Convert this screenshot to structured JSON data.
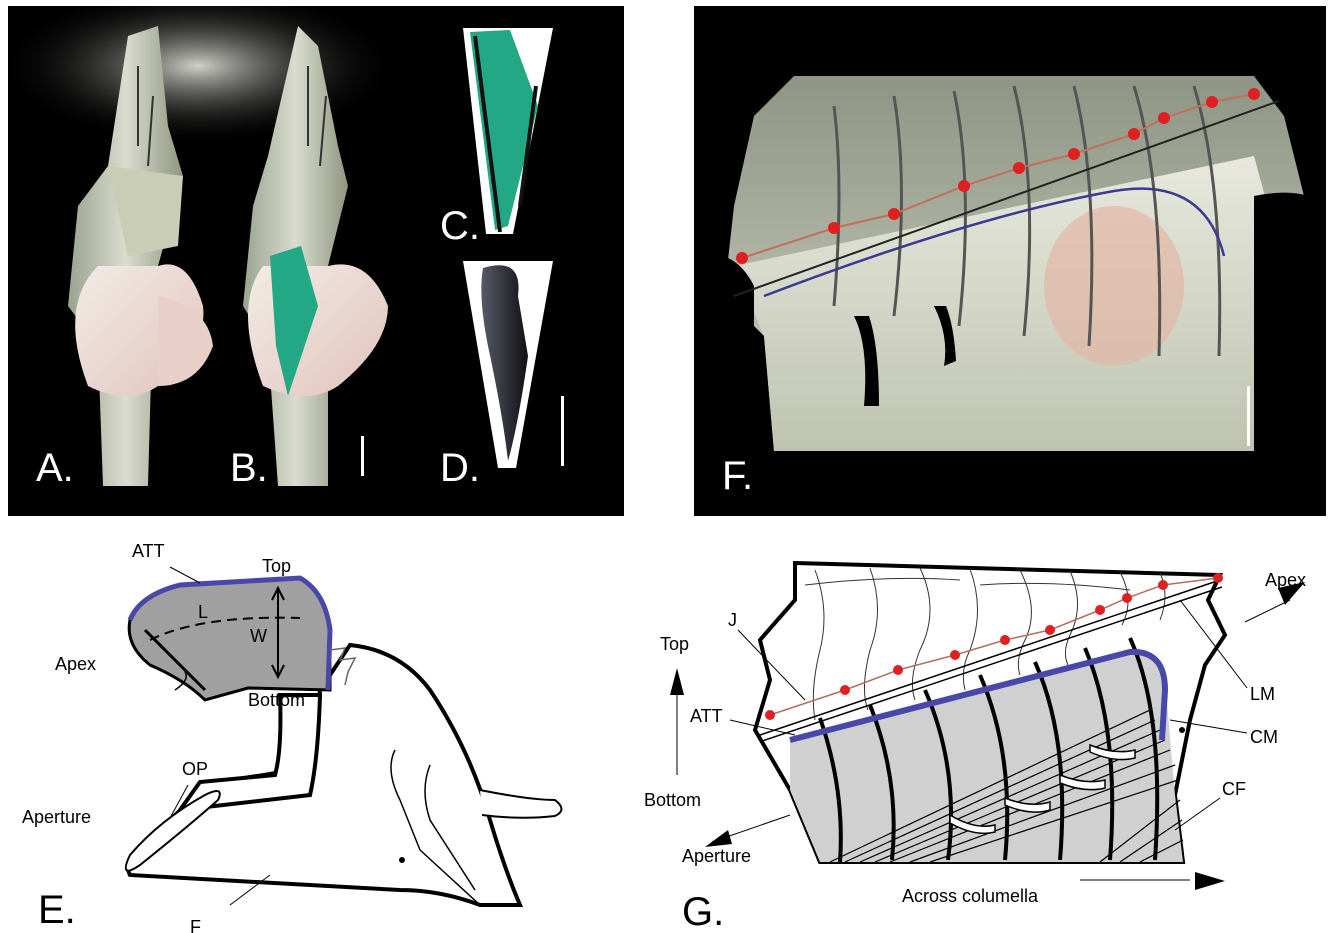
{
  "figure": {
    "panel_labels": {
      "a": "A.",
      "b": "B.",
      "c": "C.",
      "d": "D.",
      "e": "E.",
      "f": "F.",
      "g": "G."
    },
    "panel_e": {
      "att": "ATT",
      "top": "Top",
      "l": "L",
      "w": "W",
      "apex": "Apex",
      "bottom": "Bottom",
      "op": "OP",
      "aperture": "Aperture",
      "f": "F"
    },
    "panel_g": {
      "apex": "Apex",
      "j": "J",
      "top": "Top",
      "att": "ATT",
      "lm": "LM",
      "cm": "CM",
      "cf": "CF",
      "bottom": "Bottom",
      "aperture": "Aperture",
      "across": "Across columella"
    },
    "colors": {
      "attachment_green": "#22a884",
      "att_blue": "#4848a8",
      "marker_red": "#e02020",
      "muscle_gray": "#c8c8c8",
      "photo_bg": "#000000"
    }
  }
}
